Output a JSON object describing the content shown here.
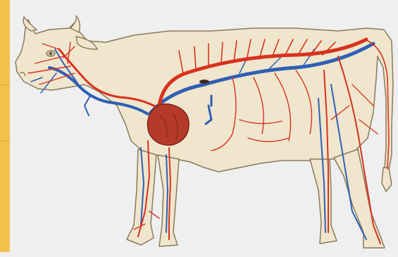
{
  "figure": {
    "subject": "cow",
    "caption": ""
  },
  "colors": {
    "background": "#efefef",
    "edge_strip": "#f3c24a",
    "body_fill": "#efe6cd",
    "outline": "#8a7a5a",
    "arteries": "#d8321e",
    "veins": "#2f5fb5",
    "heart": "#b63a2a"
  },
  "icons": [
    "cow-silhouette",
    "heart-shape",
    "artery-network",
    "vein-network"
  ]
}
